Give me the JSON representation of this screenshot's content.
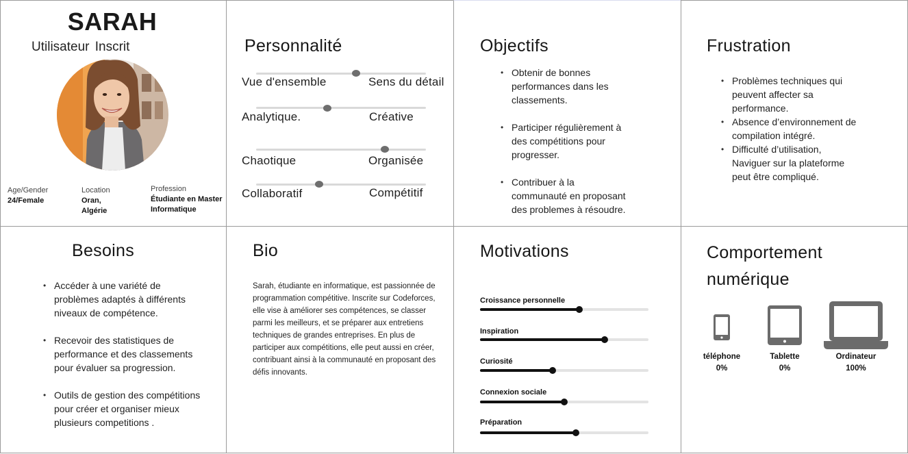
{
  "profile": {
    "name": "SARAH",
    "role": "Utilisateur  Inscrit",
    "age_label": "Age/Gender",
    "age_value": "24/Female",
    "location_label": "Location",
    "location_line1": "Oran,",
    "location_line2": "Algérie",
    "profession_label": "Profession",
    "profession_line1": "Étudiante en Master",
    "profession_line2": "Informatique"
  },
  "personality": {
    "title": "Personnalité",
    "traits": [
      {
        "left": "Vue d'ensemble",
        "right": "Sens du détail",
        "level": 0.59
      },
      {
        "left": "Analytique.",
        "right": "Créative",
        "level": 0.42
      },
      {
        "left": "Chaotique",
        "right": "Organisée",
        "level": 0.76
      },
      {
        "left": "Collaboratif",
        "right": "Compétitif",
        "level": 0.37
      }
    ]
  },
  "objectifs": {
    "title": "Objectifs",
    "items": [
      {
        "lines": [
          "Obtenir de bonnes",
          "performances dans les",
          "classements."
        ]
      },
      {
        "lines": [
          "Participer régulièrement à",
          "des compétitions pour",
          "progresser."
        ]
      },
      {
        "lines": [
          "Contribuer à la",
          "communauté en proposant",
          "des problemes à résoudre."
        ]
      }
    ]
  },
  "frustration": {
    "title": "Frustration",
    "items": [
      {
        "lines": [
          "Problèmes techniques qui",
          "peuvent affecter sa",
          "performance."
        ]
      },
      {
        "lines": [
          "Absence d’environnement de",
          "compilation intégré."
        ]
      },
      {
        "lines": [
          "Difficulté d’utilisation,",
          "Naviguer sur la plateforme",
          "peut être compliqué."
        ]
      }
    ]
  },
  "besoins": {
    "title": "Besoins",
    "items": [
      {
        "lines": [
          "Accéder à une variété de",
          "problèmes adaptés à différents",
          "niveaux de compétence."
        ]
      },
      {
        "lines": [
          "Recevoir des statistiques de",
          "performance et des classements",
          "pour évaluer sa progression."
        ]
      },
      {
        "lines": [
          "Outils  de gestion des compétitions",
          "pour créer et organiser mieux",
          "plusieurs competitions ."
        ]
      }
    ]
  },
  "bio": {
    "title": "Bio",
    "text": "Sarah, étudiante en informatique, est passionnée de programmation compétitive. Inscrite sur Codeforces, elle vise à améliorer ses compétences, se classer parmi les meilleurs, et se préparer aux entretiens techniques de grandes entreprises. En plus de participer aux compétitions, elle peut aussi en créer, contribuant ainsi à la communauté en proposant des défis innovants."
  },
  "motivations": {
    "title": "Motivations",
    "items": [
      {
        "label": "Croissance personnelle",
        "value": 0.59
      },
      {
        "label": "Inspiration",
        "value": 0.74
      },
      {
        "label": "Curiosité",
        "value": 0.43
      },
      {
        "label": "Connexion sociale",
        "value": 0.5
      },
      {
        "label": "Préparation",
        "value": 0.57
      }
    ]
  },
  "comportement": {
    "title_line1": "Comportement",
    "title_line2": "numérique",
    "devices": [
      {
        "name": "téléphone",
        "value": "0%",
        "icon": "phone-icon"
      },
      {
        "name": "Tablette",
        "value": "0%",
        "icon": "tablet-icon"
      },
      {
        "name": "Ordinateur",
        "value": "100%",
        "icon": "laptop-icon"
      }
    ]
  },
  "colors": {
    "border": "#9a9a9a",
    "track": "#d9d9d9",
    "knob": "#6e6e6e",
    "bar": "#111111",
    "device": "#6b6b6b"
  }
}
